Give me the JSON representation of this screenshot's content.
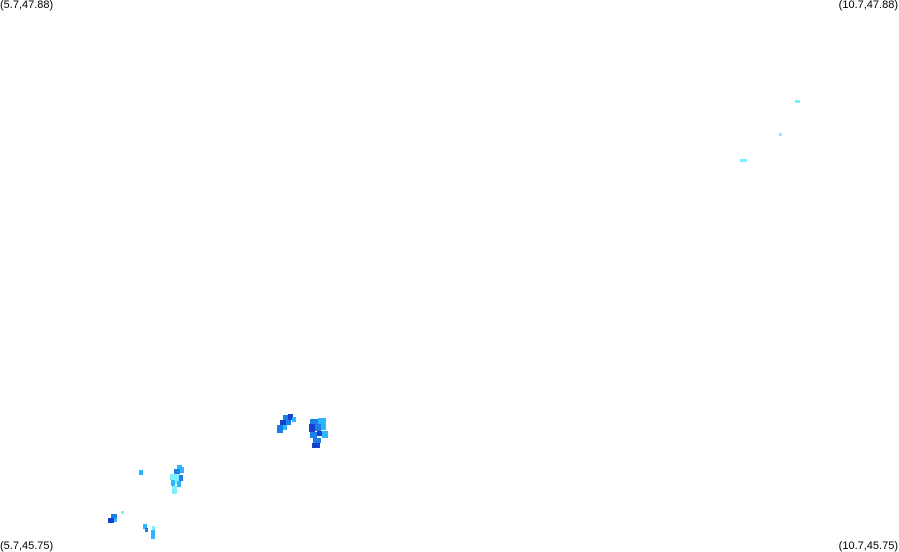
{
  "corners": {
    "top_left": "(5.7,47.88)",
    "top_right": "(10.7,47.88)",
    "bottom_left": "(5.7,45.75)",
    "bottom_right": "(10.7,45.75)"
  },
  "colors": {
    "background": "#ffffff",
    "light": "#7fefff",
    "medium": "#2bb6ff",
    "strong": "#1e7ee8",
    "intense": "#1540d0"
  }
}
